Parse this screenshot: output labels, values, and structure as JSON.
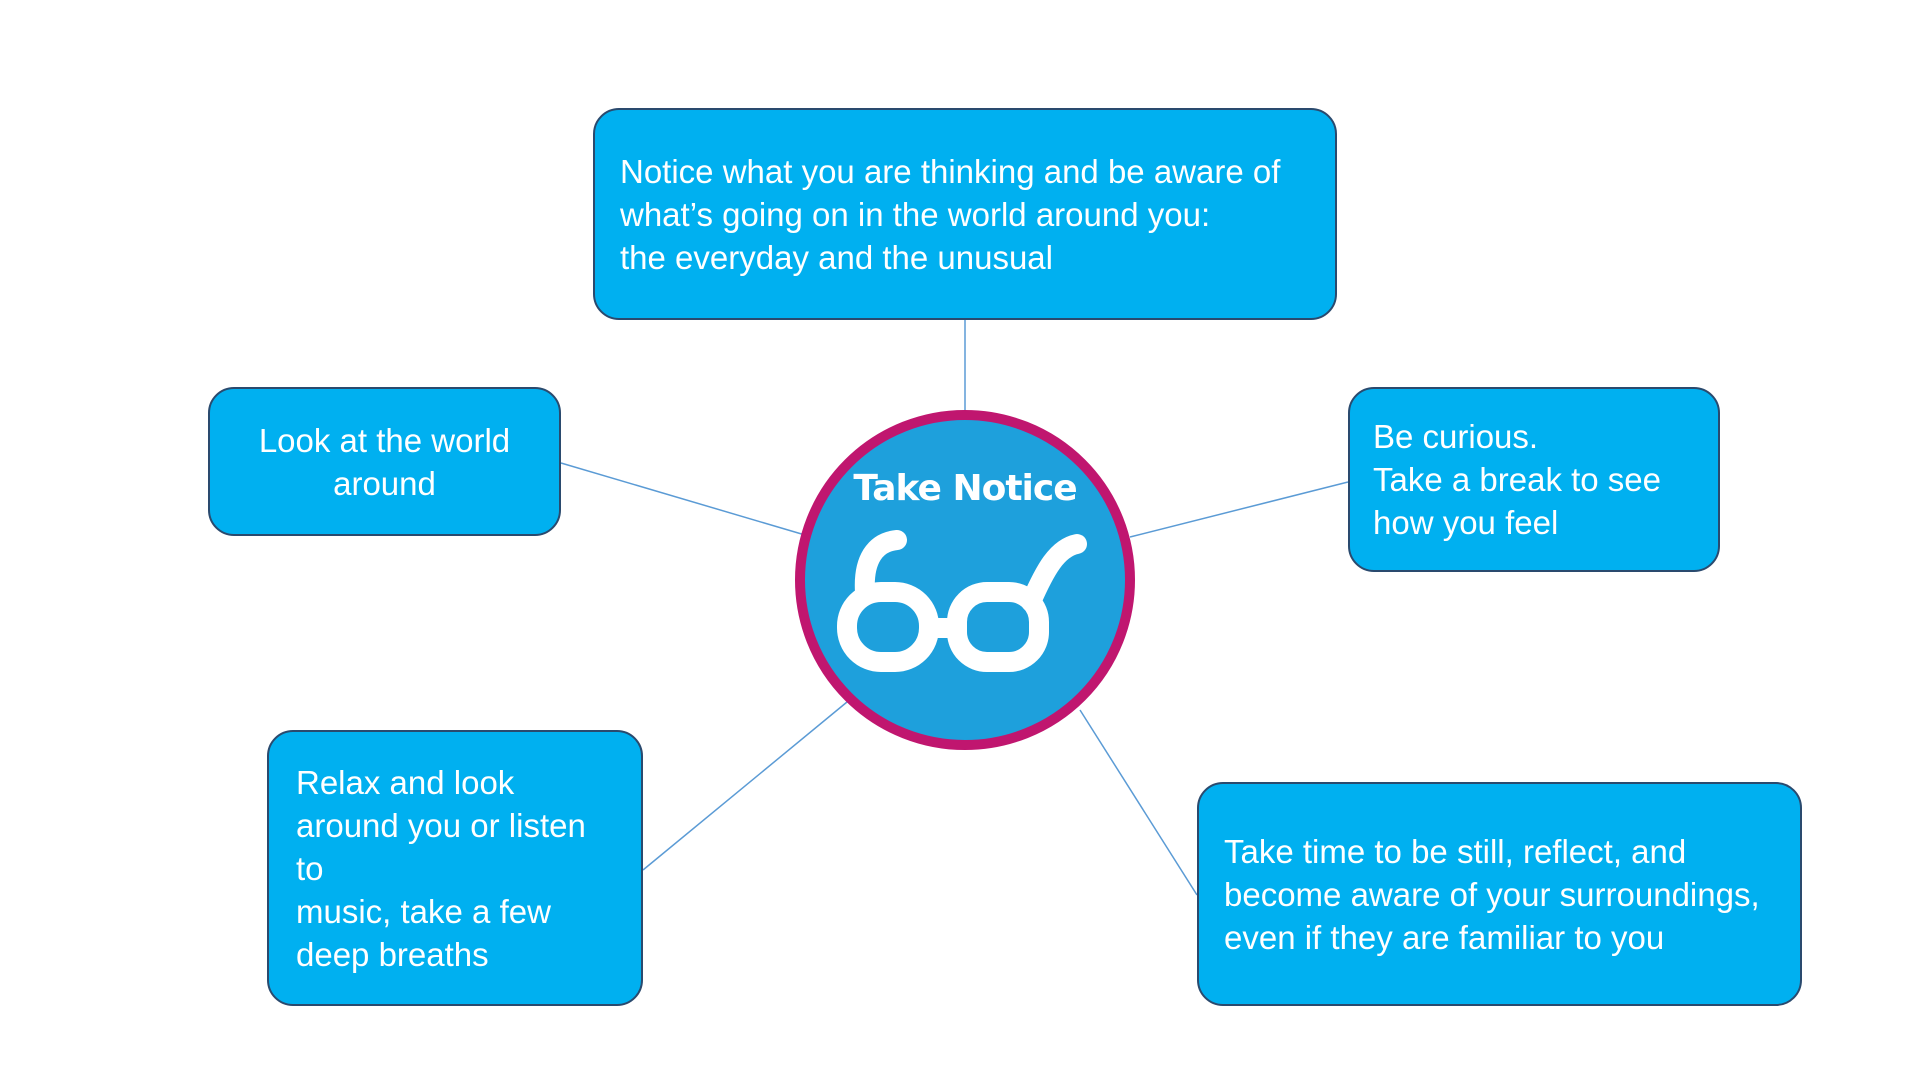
{
  "center": {
    "title": "Take Notice",
    "icon": "glasses-icon"
  },
  "boxes": {
    "top": "Notice what you are thinking and be aware of\nwhat’s going on in the world around you:\nthe everyday and the unusual",
    "left": "Look at the world\naround",
    "right": "Be curious.\nTake a break to see\nhow you feel",
    "bottom_left": "Relax and look\naround you or listen\nto\nmusic, take a few\ndeep breaths",
    "bottom_right": "Take time to be still, reflect, and\nbecome aware of your surroundings,\neven if they are familiar to you"
  },
  "colors": {
    "box_fill": "#00b0f0",
    "box_border": "#2a4a6e",
    "badge_fill": "#1ea0dc",
    "badge_ring": "#c0166f",
    "connector": "#5b9bd5"
  }
}
